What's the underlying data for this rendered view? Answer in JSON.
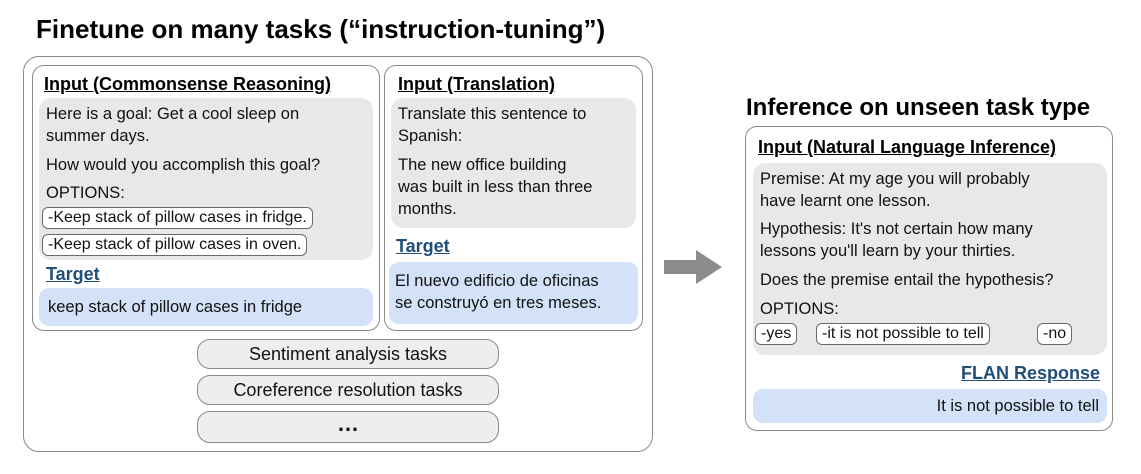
{
  "left": {
    "title": "Finetune on many tasks (“instruction-tuning”)",
    "card1": {
      "heading": "Input (Commonsense Reasoning)",
      "lines": [
        "Here is a goal: Get a cool sleep on",
        "summer days.",
        "How would you accomplish this goal?",
        "OPTIONS:"
      ],
      "options": [
        "-Keep stack of pillow cases in fridge.",
        "-Keep stack of pillow cases in oven."
      ],
      "target_label": "Target",
      "target_text": "keep stack of pillow cases in fridge"
    },
    "card2": {
      "heading": "Input (Translation)",
      "lines": [
        "Translate this sentence to",
        "Spanish:",
        "The new office building",
        "was built in less than three",
        "months."
      ],
      "target_label": "Target",
      "target_lines": [
        "El nuevo edificio de oficinas",
        "se construyó en tres meses."
      ]
    },
    "more_tasks": [
      "Sentiment analysis tasks",
      "Coreference resolution tasks",
      "…"
    ]
  },
  "right": {
    "title": "Inference on unseen task type",
    "heading": "Input (Natural Language Inference)",
    "lines": [
      "Premise: At my age you will probably",
      "have learnt one lesson.",
      "Hypothesis: It's not certain how many",
      "lessons you'll learn by your thirties.",
      "Does the premise entail the hypothesis?",
      "OPTIONS:"
    ],
    "options": [
      "-yes",
      "-it is not possible to tell",
      "-no"
    ],
    "response_label": "FLAN Response",
    "response_text": "It is not possible to tell"
  },
  "colors": {
    "grey_box": "#e8e8e8",
    "blue_box": "#d3e2f8",
    "target_label": "#1f4e79",
    "arrow": "#8c8c8c",
    "border": "#8a8a8a"
  },
  "icons": {
    "arrow": "right-arrow-icon"
  }
}
